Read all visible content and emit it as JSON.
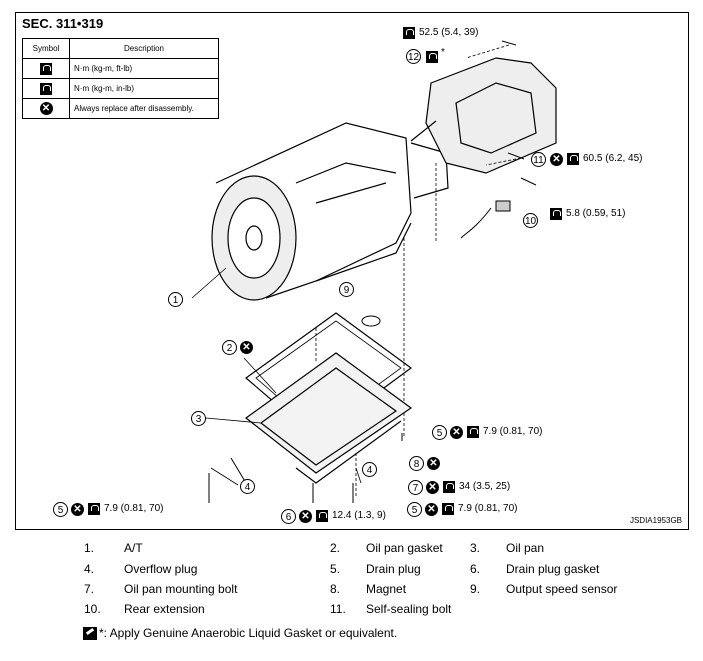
{
  "figure": {
    "section": "SEC. 311•319",
    "code": "JSDIA1953GB",
    "legend": {
      "header_symbol": "Symbol",
      "header_description": "Description",
      "rows": [
        {
          "icon": "torque-icon",
          "text": "N·m (kg-m, ft-lb)"
        },
        {
          "icon": "torque-small-icon",
          "text": "N·m (kg-m, in-lb)"
        },
        {
          "icon": "replace-icon",
          "text": "Always replace after disassembly."
        }
      ]
    },
    "callouts": {
      "t12": "52.5 (5.4, 39)",
      "t11": "60.5 (6.2, 45)",
      "t10": "5.8 (0.59, 51)",
      "t5a": "7.9 (0.81, 70)",
      "t7": "34 (3.5, 25)",
      "t5b": "7.9 (0.81, 70)",
      "t5c": "7.9 (0.81, 70)",
      "t6": "12.4 (1.3, 9)",
      "star": "*"
    },
    "numbers": [
      "1",
      "2",
      "3",
      "4",
      "5",
      "6",
      "7",
      "8",
      "9",
      "10",
      "11",
      "12"
    ]
  },
  "parts": [
    {
      "num": "1.",
      "name": "A/T"
    },
    {
      "num": "2.",
      "name": "Oil pan gasket"
    },
    {
      "num": "3.",
      "name": "Oil pan"
    },
    {
      "num": "4.",
      "name": "Overflow plug"
    },
    {
      "num": "5.",
      "name": "Drain plug"
    },
    {
      "num": "6.",
      "name": "Drain plug gasket"
    },
    {
      "num": "7.",
      "name": "Oil pan mounting bolt"
    },
    {
      "num": "8.",
      "name": "Magnet"
    },
    {
      "num": "9.",
      "name": "Output speed sensor"
    },
    {
      "num": "10.",
      "name": "Rear extension"
    },
    {
      "num": "11.",
      "name": "Self-sealing bolt"
    }
  ],
  "note": "*: Apply Genuine Anaerobic Liquid Gasket or equivalent."
}
